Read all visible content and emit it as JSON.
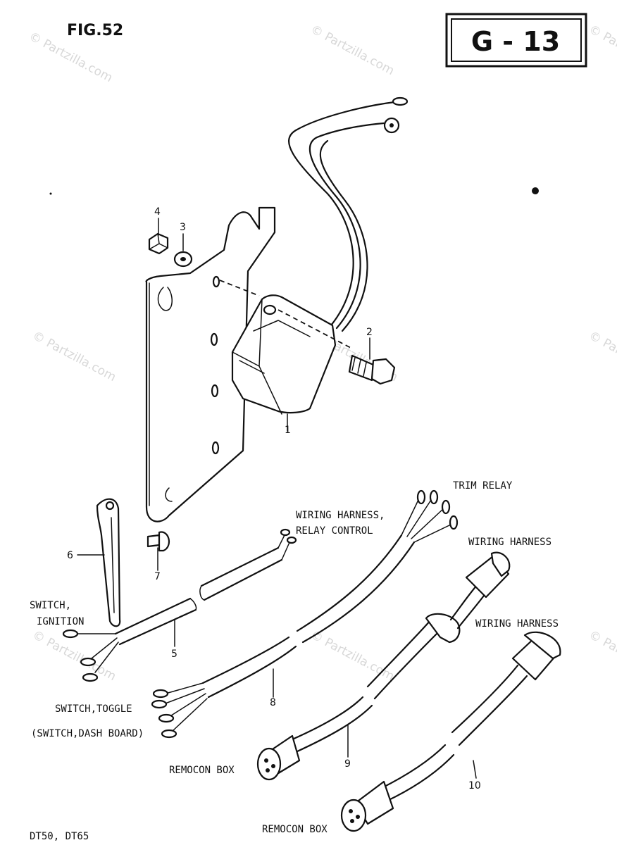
{
  "header": {
    "fig": "FIG.52",
    "code": "G - 13"
  },
  "labels": {
    "trim_relay": "TRIM RELAY",
    "wh_relay_1": "WIRING HARNESS,",
    "wh_relay_2": "RELAY CONTROL",
    "wiring_harness_a": "WIRING HARNESS",
    "wiring_harness_b": "WIRING HARNESS",
    "switch_ign_1": "SWITCH,",
    "switch_ign_2": "IGNITION",
    "switch_toggle": "SWITCH,TOGGLE",
    "switch_dash": "(SWITCH,DASH BOARD)",
    "remocon_1": "REMOCON BOX",
    "remocon_2": "REMOCON BOX",
    "models": "DT50, DT65"
  },
  "callouts": {
    "n1": "1",
    "n2": "2",
    "n3": "3",
    "n4": "4",
    "n5": "5",
    "n6": "6",
    "n7": "7",
    "n8": "8",
    "n9": "9",
    "n10": "10"
  },
  "watermark": {
    "text": "© Partzilla.com"
  }
}
